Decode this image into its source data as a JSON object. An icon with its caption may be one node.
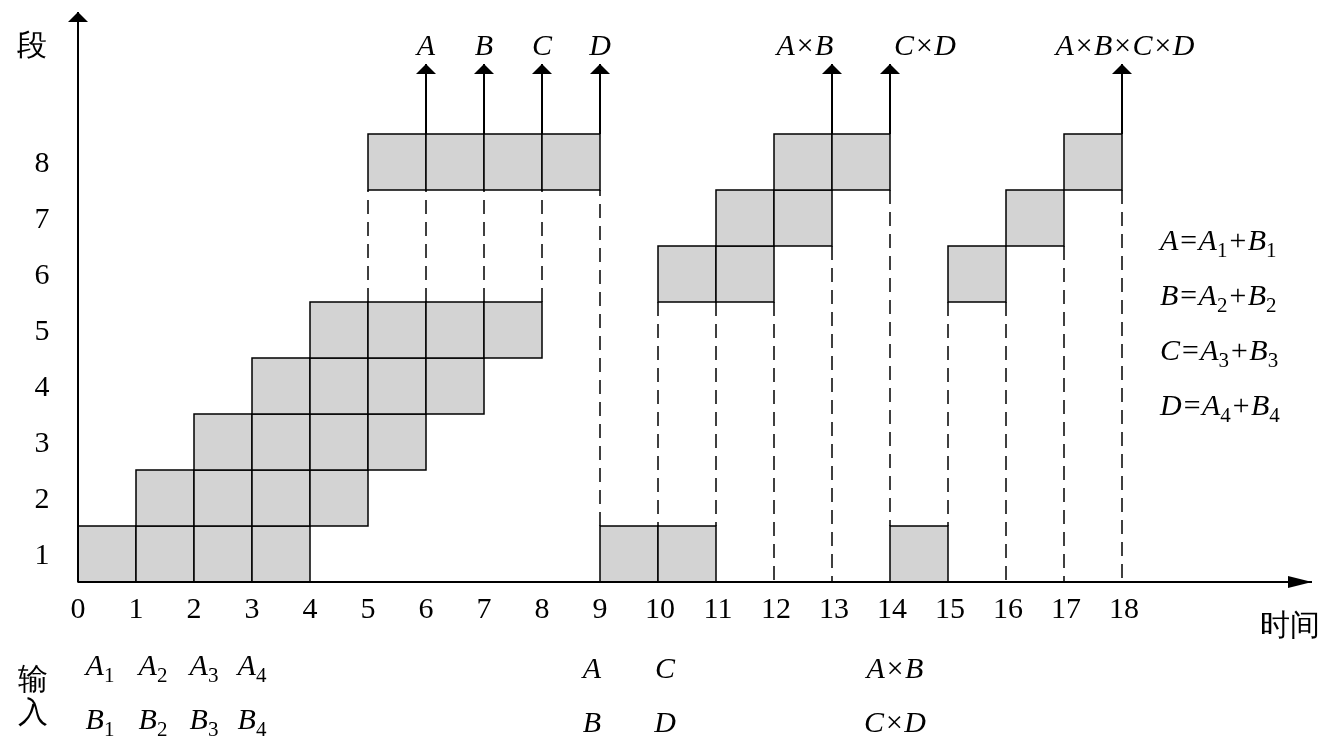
{
  "diagram": {
    "nodes": [
      {
        "text": [
          "A"
        ]
      },
      {
        "text": [
          "B"
        ]
      },
      {
        "text": [
          "C"
        ]
      },
      {
        "text": [
          "D"
        ]
      },
      {
        "text": [
          "A×B"
        ]
      },
      {
        "text": [
          "C×D"
        ]
      },
      {
        "text": [
          "A×B×C×D"
        ]
      }
    ],
    "edges": [
      {
        "from": null,
        "to": 0,
        "arrow": "to"
      },
      {
        "from": null,
        "to": 1,
        "arrow": "to"
      },
      {
        "from": null,
        "to": 2,
        "arrow": "to"
      },
      {
        "from": null,
        "to": 3,
        "arrow": "to"
      },
      {
        "from": null,
        "to": 4,
        "arrow": "to"
      },
      {
        "from": null,
        "to": 5,
        "arrow": "to"
      },
      {
        "from": null,
        "to": 6,
        "arrow": "to"
      }
    ],
    "labels": [
      "段",
      "8",
      "7",
      "A=A$_{1}$+B$_{1}$",
      "6",
      "B=A$_{2}$+B$_{2}$",
      "5",
      "C=A$_{3}$+B$_{3}$",
      "4",
      "D=A$_{4}$+B$_{4}$",
      "3",
      "2",
      "1",
      "0",
      "1",
      "2",
      "3",
      "4",
      "5",
      "6",
      "7",
      "8",
      "9",
      "10",
      "11",
      "12",
      "13",
      "14",
      "15",
      "16",
      "17",
      "18",
      "时间",
      "输入",
      "A$_{1}$",
      "A$_{2}$",
      "A$_{3}$",
      "A$_{4}$",
      "A",
      "C",
      "A×B",
      "B$_{1}$",
      "B$_{2}$",
      "B$_{3}$",
      "B$_{4}$",
      "B",
      "D",
      "C×D"
    ]
  }
}
